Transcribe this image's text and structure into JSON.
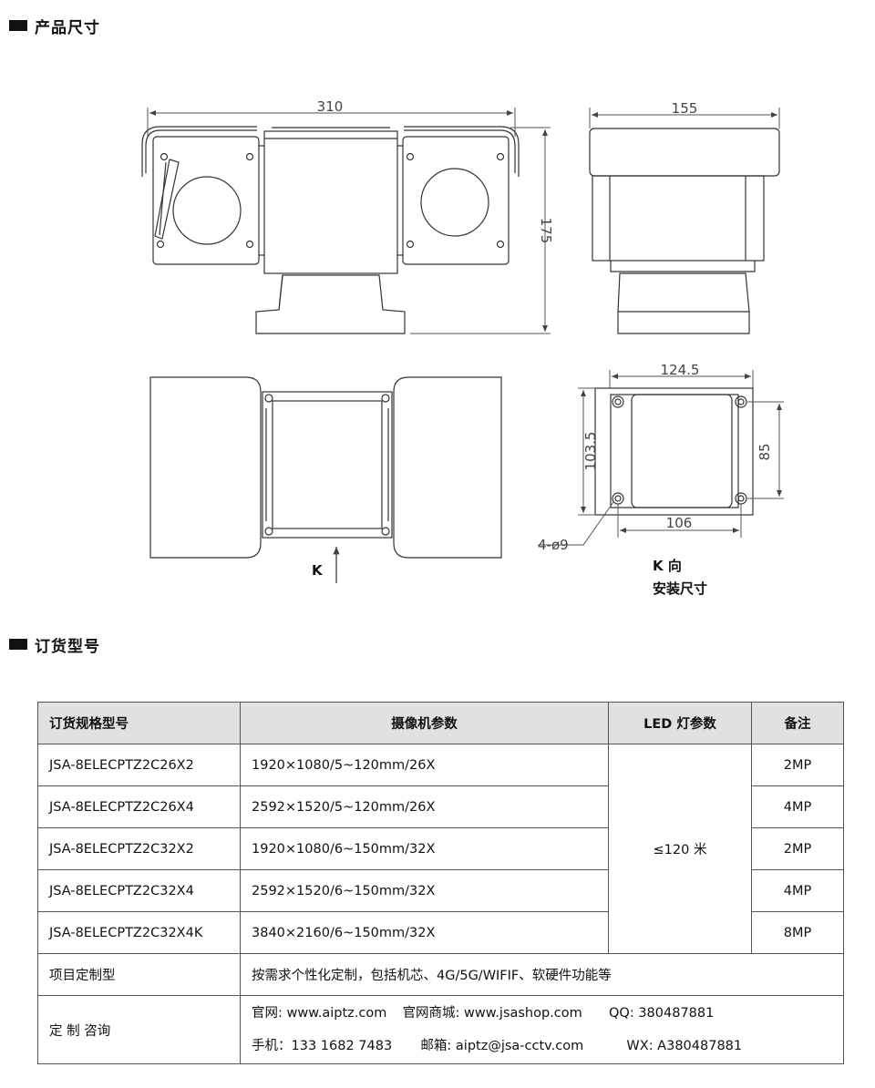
{
  "sections": {
    "dimensions_title": "产品尺寸",
    "order_title": "订货型号"
  },
  "drawing": {
    "front_width": "310",
    "front_height": "175",
    "side_width": "155",
    "mount_width": "124.5",
    "mount_height": "103.5",
    "hole_spacing_x": "106",
    "hole_spacing_y": "85",
    "hole_spec": "4-ø9",
    "view_arrow_label": "K",
    "view_caption_line1": "K 向",
    "view_caption_line2": "安装尺寸"
  },
  "table": {
    "headers": [
      "订货规格型号",
      "摄像机参数",
      "LED 灯参数",
      "备注"
    ],
    "rows": [
      {
        "model": "JSA-8ELECPTZ2C26X2",
        "camera": "1920×1080/5~120mm/26X",
        "note": "2MP"
      },
      {
        "model": "JSA-8ELECPTZ2C26X4",
        "camera": "2592×1520/5~120mm/26X",
        "note": "4MP"
      },
      {
        "model": "JSA-8ELECPTZ2C32X2",
        "camera": "1920×1080/6~150mm/32X",
        "note": "2MP"
      },
      {
        "model": "JSA-8ELECPTZ2C32X4",
        "camera": "2592×1520/6~150mm/32X",
        "note": "4MP"
      },
      {
        "model": "JSA-8ELECPTZ2C32X4K",
        "camera": "3840×2160/6~150mm/32X",
        "note": "8MP"
      }
    ],
    "led_value": "≤120 米",
    "custom_label": "项目定制型",
    "custom_value": "按需求个性化定制，包括机芯、4G/5G/WIFIF、软硬件功能等",
    "contact_label": "定 制 咨询",
    "contact_line1": {
      "website": "官网: www.aiptz.com",
      "shop": "官网商城: www.jsashop.com",
      "qq": "QQ: 380487881"
    },
    "contact_line2": {
      "phone": "手机：133 1682 7483",
      "email": "邮箱: aiptz@jsa-cctv.com",
      "wx": "WX: A380487881"
    }
  }
}
